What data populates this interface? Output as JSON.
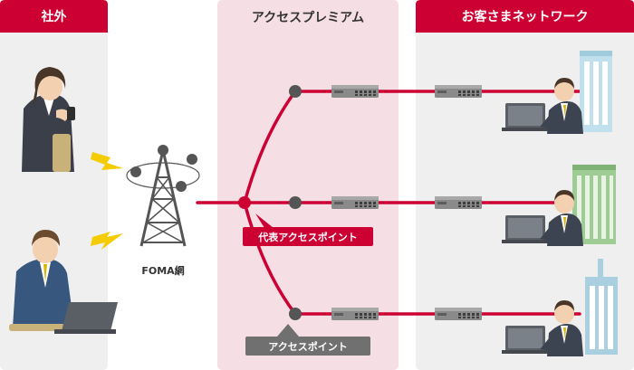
{
  "sections": {
    "outside": "社外",
    "access_premium": "アクセスプレミアム",
    "customer_network": "お客さまネットワーク"
  },
  "labels": {
    "foma_network": "FOMA網",
    "representative_access_point": "代表アクセスポイント",
    "access_point": "アクセスポイント"
  },
  "colors": {
    "accent": "#cc0033",
    "access_panel_bg": "#f6dfe4",
    "side_panel_bg": "#efefef",
    "ap_label_bg": "#707070",
    "node": "#555555"
  },
  "icons": [
    "person-phone-icon",
    "person-laptop-icon",
    "radio-tower-icon",
    "lightning-icon",
    "network-device-icon",
    "office-worker-icon",
    "building-icon"
  ]
}
